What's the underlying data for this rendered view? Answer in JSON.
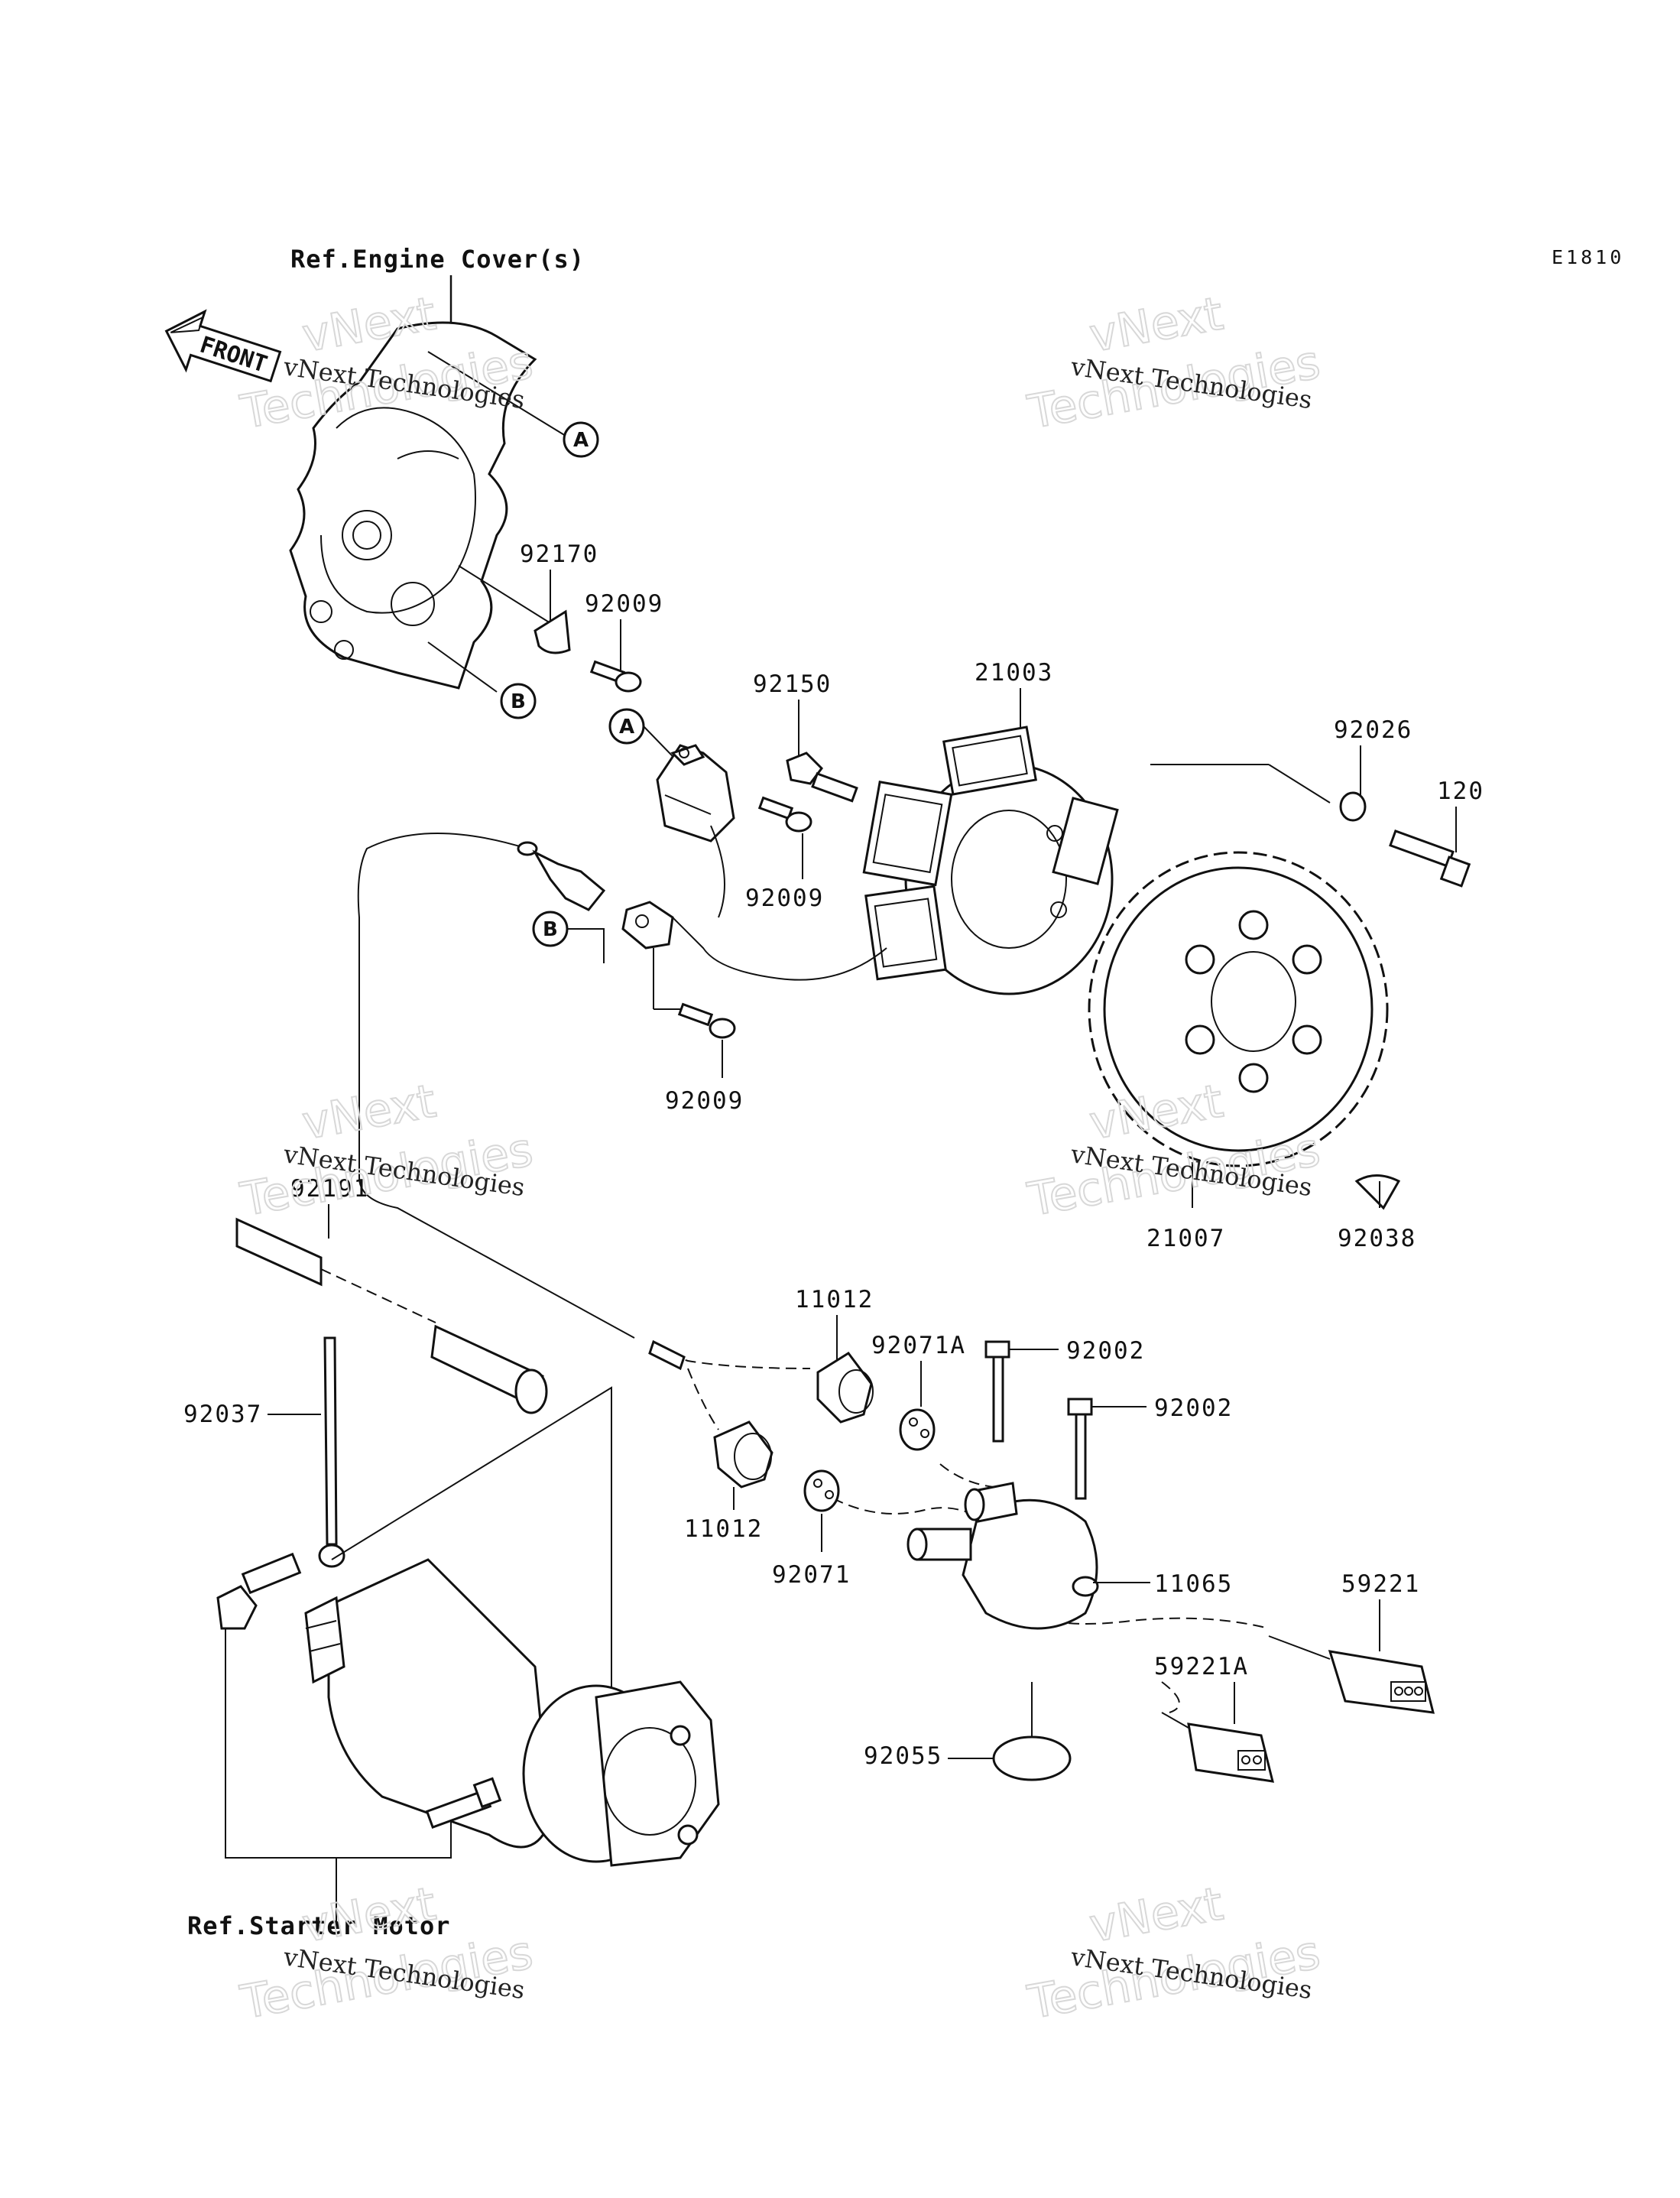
{
  "diagram_code": "E1810",
  "references": {
    "engine_cover": "Ref.Engine Cover(s)",
    "starter_motor": "Ref.Starter Motor"
  },
  "front_arrow": "FRONT",
  "circle_markers": {
    "a": "A",
    "b": "B"
  },
  "parts": {
    "p92170": "92170",
    "p92009_top": "92009",
    "p92150": "92150",
    "p21003": "21003",
    "p92026": "92026",
    "p120": "120",
    "p92009_mid": "92009",
    "p92009_low": "92009",
    "p21007": "21007",
    "p92038": "92038",
    "p92191": "92191",
    "p11012_top": "11012",
    "p92071A": "92071A",
    "p92002_a": "92002",
    "p92002_b": "92002",
    "p92037": "92037",
    "p11012_low": "11012",
    "p92071": "92071",
    "p11065": "11065",
    "p59221": "59221",
    "p59221A": "59221A",
    "p92055": "92055"
  },
  "watermarks": {
    "line1": "vNext Technologies",
    "big_top": "vNext",
    "big_bottom": "Technologies"
  },
  "icons": [
    "front-arrow-icon",
    "gear-icon",
    "bolt-icon",
    "connector-icon"
  ]
}
